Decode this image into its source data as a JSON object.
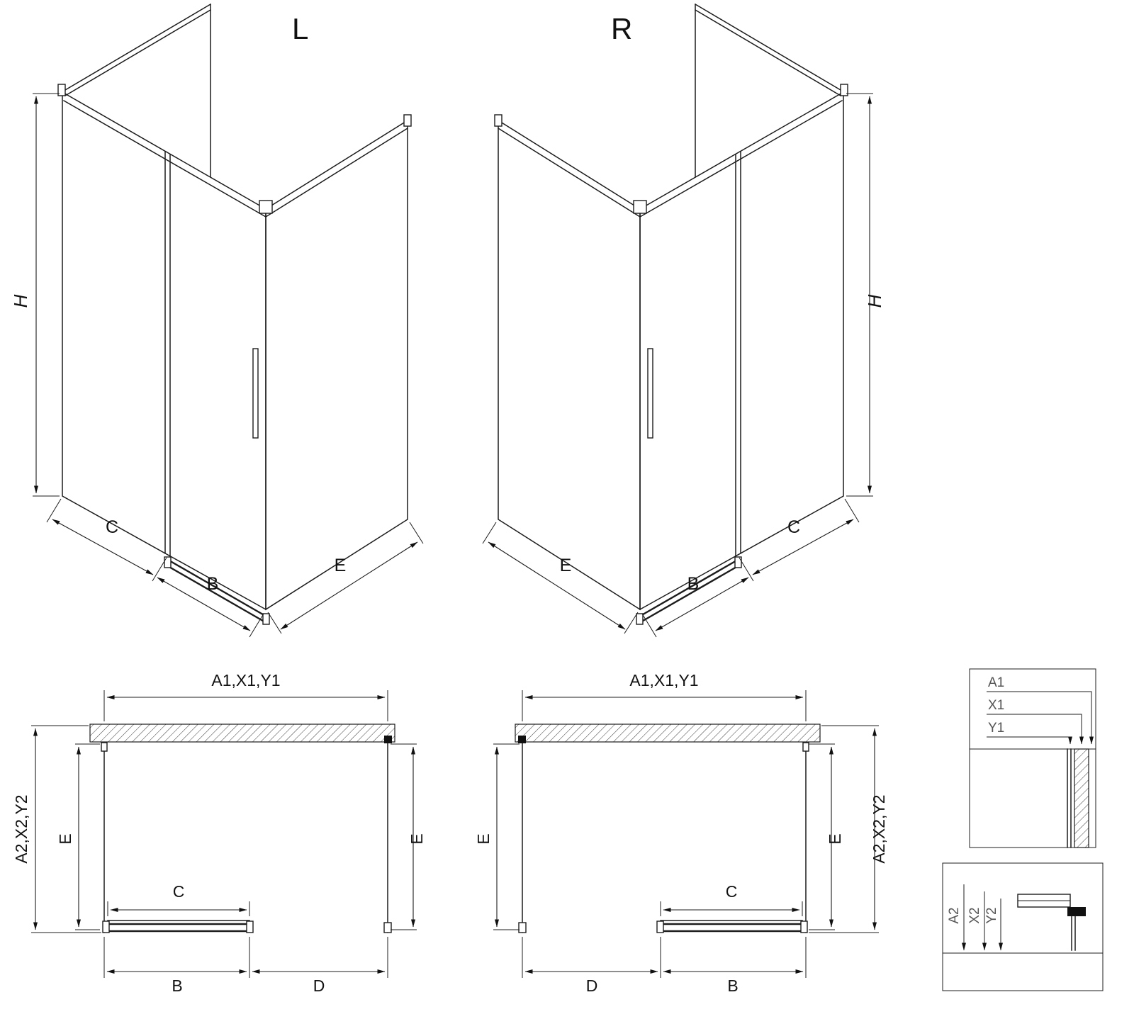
{
  "diagram": {
    "iso_left": {
      "label": "L",
      "h": "H",
      "c": "C",
      "b": "B",
      "e": "E"
    },
    "iso_right": {
      "label": "R",
      "h": "H",
      "c": "C",
      "b": "B",
      "e": "E"
    },
    "plan_left": {
      "top_dim": "A1,X1,Y1",
      "outer_dim": "A2,X2,Y2",
      "e_left": "E",
      "e_right": "E",
      "c": "C",
      "b": "B",
      "d": "D"
    },
    "plan_right": {
      "top_dim": "A1,X1,Y1",
      "outer_dim": "A2,X2,Y2",
      "e_left": "E",
      "e_right": "E",
      "c": "C",
      "b": "B",
      "d": "D"
    },
    "detail_top": {
      "a1": "A1",
      "x1": "X1",
      "y1": "Y1"
    },
    "detail_bottom": {
      "a2": "A2",
      "x2": "X2",
      "y2": "Y2"
    },
    "colors": {
      "line": "#1c1c1c",
      "label": "#111111",
      "detail_label": "#555555"
    }
  }
}
